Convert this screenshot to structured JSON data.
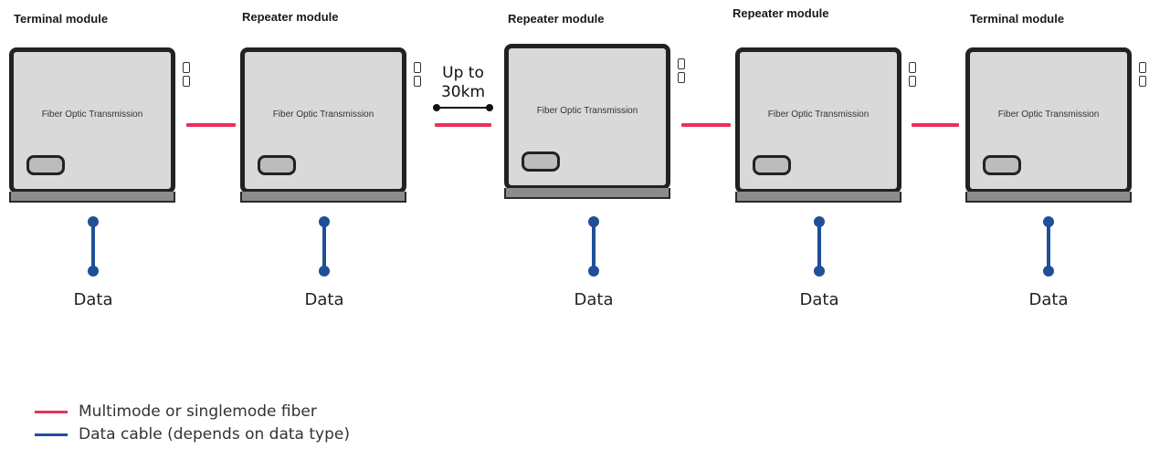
{
  "modules": [
    {
      "title": "Terminal module",
      "box_label": "Fiber Optic Transmission",
      "data_label": "Data"
    },
    {
      "title": "Repeater module",
      "box_label": "Fiber Optic Transmission",
      "data_label": "Data"
    },
    {
      "title": "Repeater module",
      "box_label": "Fiber Optic Transmission",
      "data_label": "Data"
    },
    {
      "title": "Repeater module",
      "box_label": "Fiber Optic Transmission",
      "data_label": "Data"
    },
    {
      "title": "Terminal module",
      "box_label": "Fiber Optic Transmission",
      "data_label": "Data"
    }
  ],
  "range": {
    "line1": "Up to",
    "line2": "30km"
  },
  "legend": [
    {
      "label": "Multimode or singlemode fiber",
      "color": "#e8305a"
    },
    {
      "label": "Data cable (depends on data type)",
      "color": "#1f4f97"
    }
  ],
  "colors": {
    "fiber": "#e8305a",
    "data_cable": "#1f4f97"
  }
}
